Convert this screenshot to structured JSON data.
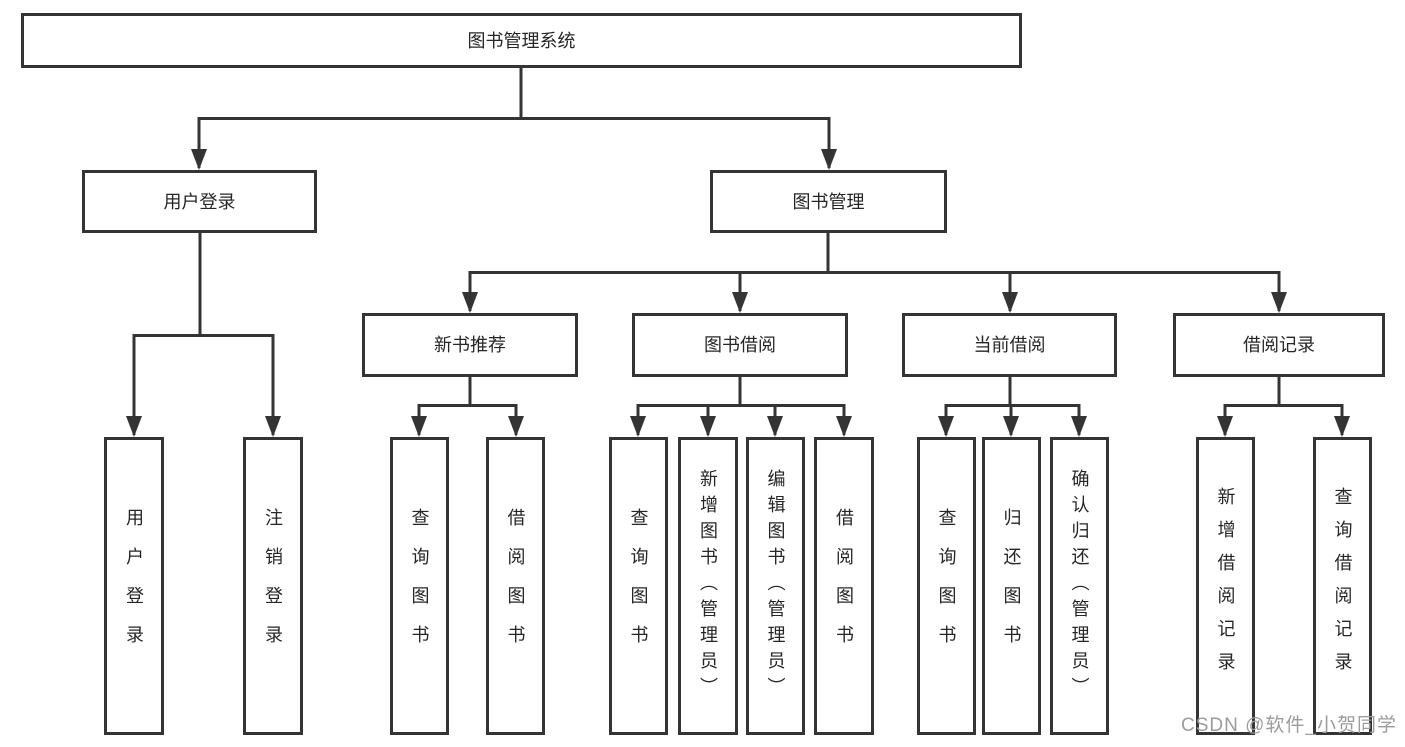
{
  "tree": {
    "label": "图书管理系统",
    "children": [
      {
        "label": "用户登录",
        "children": [
          {
            "label": "用户登录"
          },
          {
            "label": "注销登录"
          }
        ]
      },
      {
        "label": "图书管理",
        "children": [
          {
            "label": "新书推荐",
            "children": [
              {
                "label": "查询图书"
              },
              {
                "label": "借阅图书"
              }
            ]
          },
          {
            "label": "图书借阅",
            "children": [
              {
                "label": "查询图书"
              },
              {
                "label": "新增图书（管理员）"
              },
              {
                "label": "编辑图书（管理员）"
              },
              {
                "label": "借阅图书"
              }
            ]
          },
          {
            "label": "当前借阅",
            "children": [
              {
                "label": "查询图书"
              },
              {
                "label": "归还图书"
              },
              {
                "label": "确认归还（管理员）"
              }
            ]
          },
          {
            "label": "借阅记录",
            "children": [
              {
                "label": "新增借阅记录"
              },
              {
                "label": "查询借阅记录"
              }
            ]
          }
        ]
      }
    ]
  },
  "watermark": {
    "text": "CSDN @软件_小贺同学"
  },
  "colors": {
    "line": "#343434",
    "box_border": "#343434",
    "text": "#262626",
    "watermark": "#9c9c9c",
    "background": "#ffffff"
  }
}
